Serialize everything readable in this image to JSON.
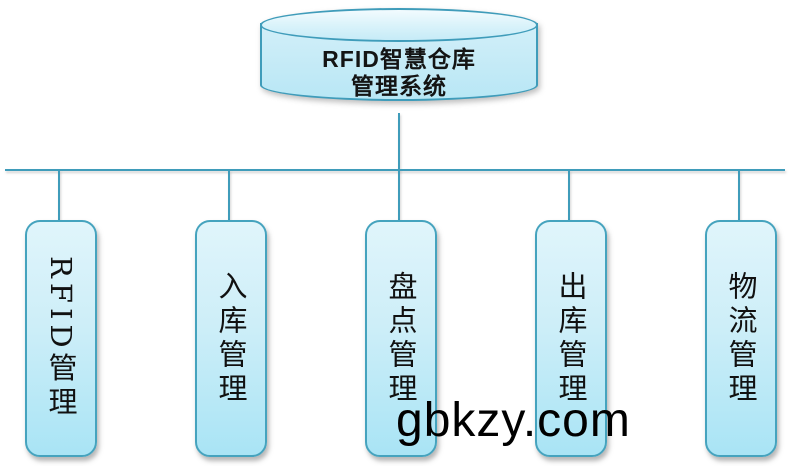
{
  "diagram": {
    "root": {
      "label_line1": "RFID智慧仓库",
      "label_line2": "管理系统",
      "shape": "cylinder"
    },
    "nodes": [
      {
        "label": "RFID管理"
      },
      {
        "label": "入库管理"
      },
      {
        "label": "盘点管理"
      },
      {
        "label": "出库管理"
      },
      {
        "label": "物流管理"
      }
    ],
    "watermark": "gbkzy.com",
    "colors": {
      "connector": "#3f9cba",
      "node_border": "#45a3be",
      "node_fill_top": "#e0f5fb",
      "node_fill_bottom": "#a9e4f5",
      "cylinder_fill": "#c3eaf6",
      "cylinder_top_fill": "#d8f2fa",
      "text": "#111111",
      "watermark_text": "#000000",
      "background": "#ffffff"
    }
  }
}
